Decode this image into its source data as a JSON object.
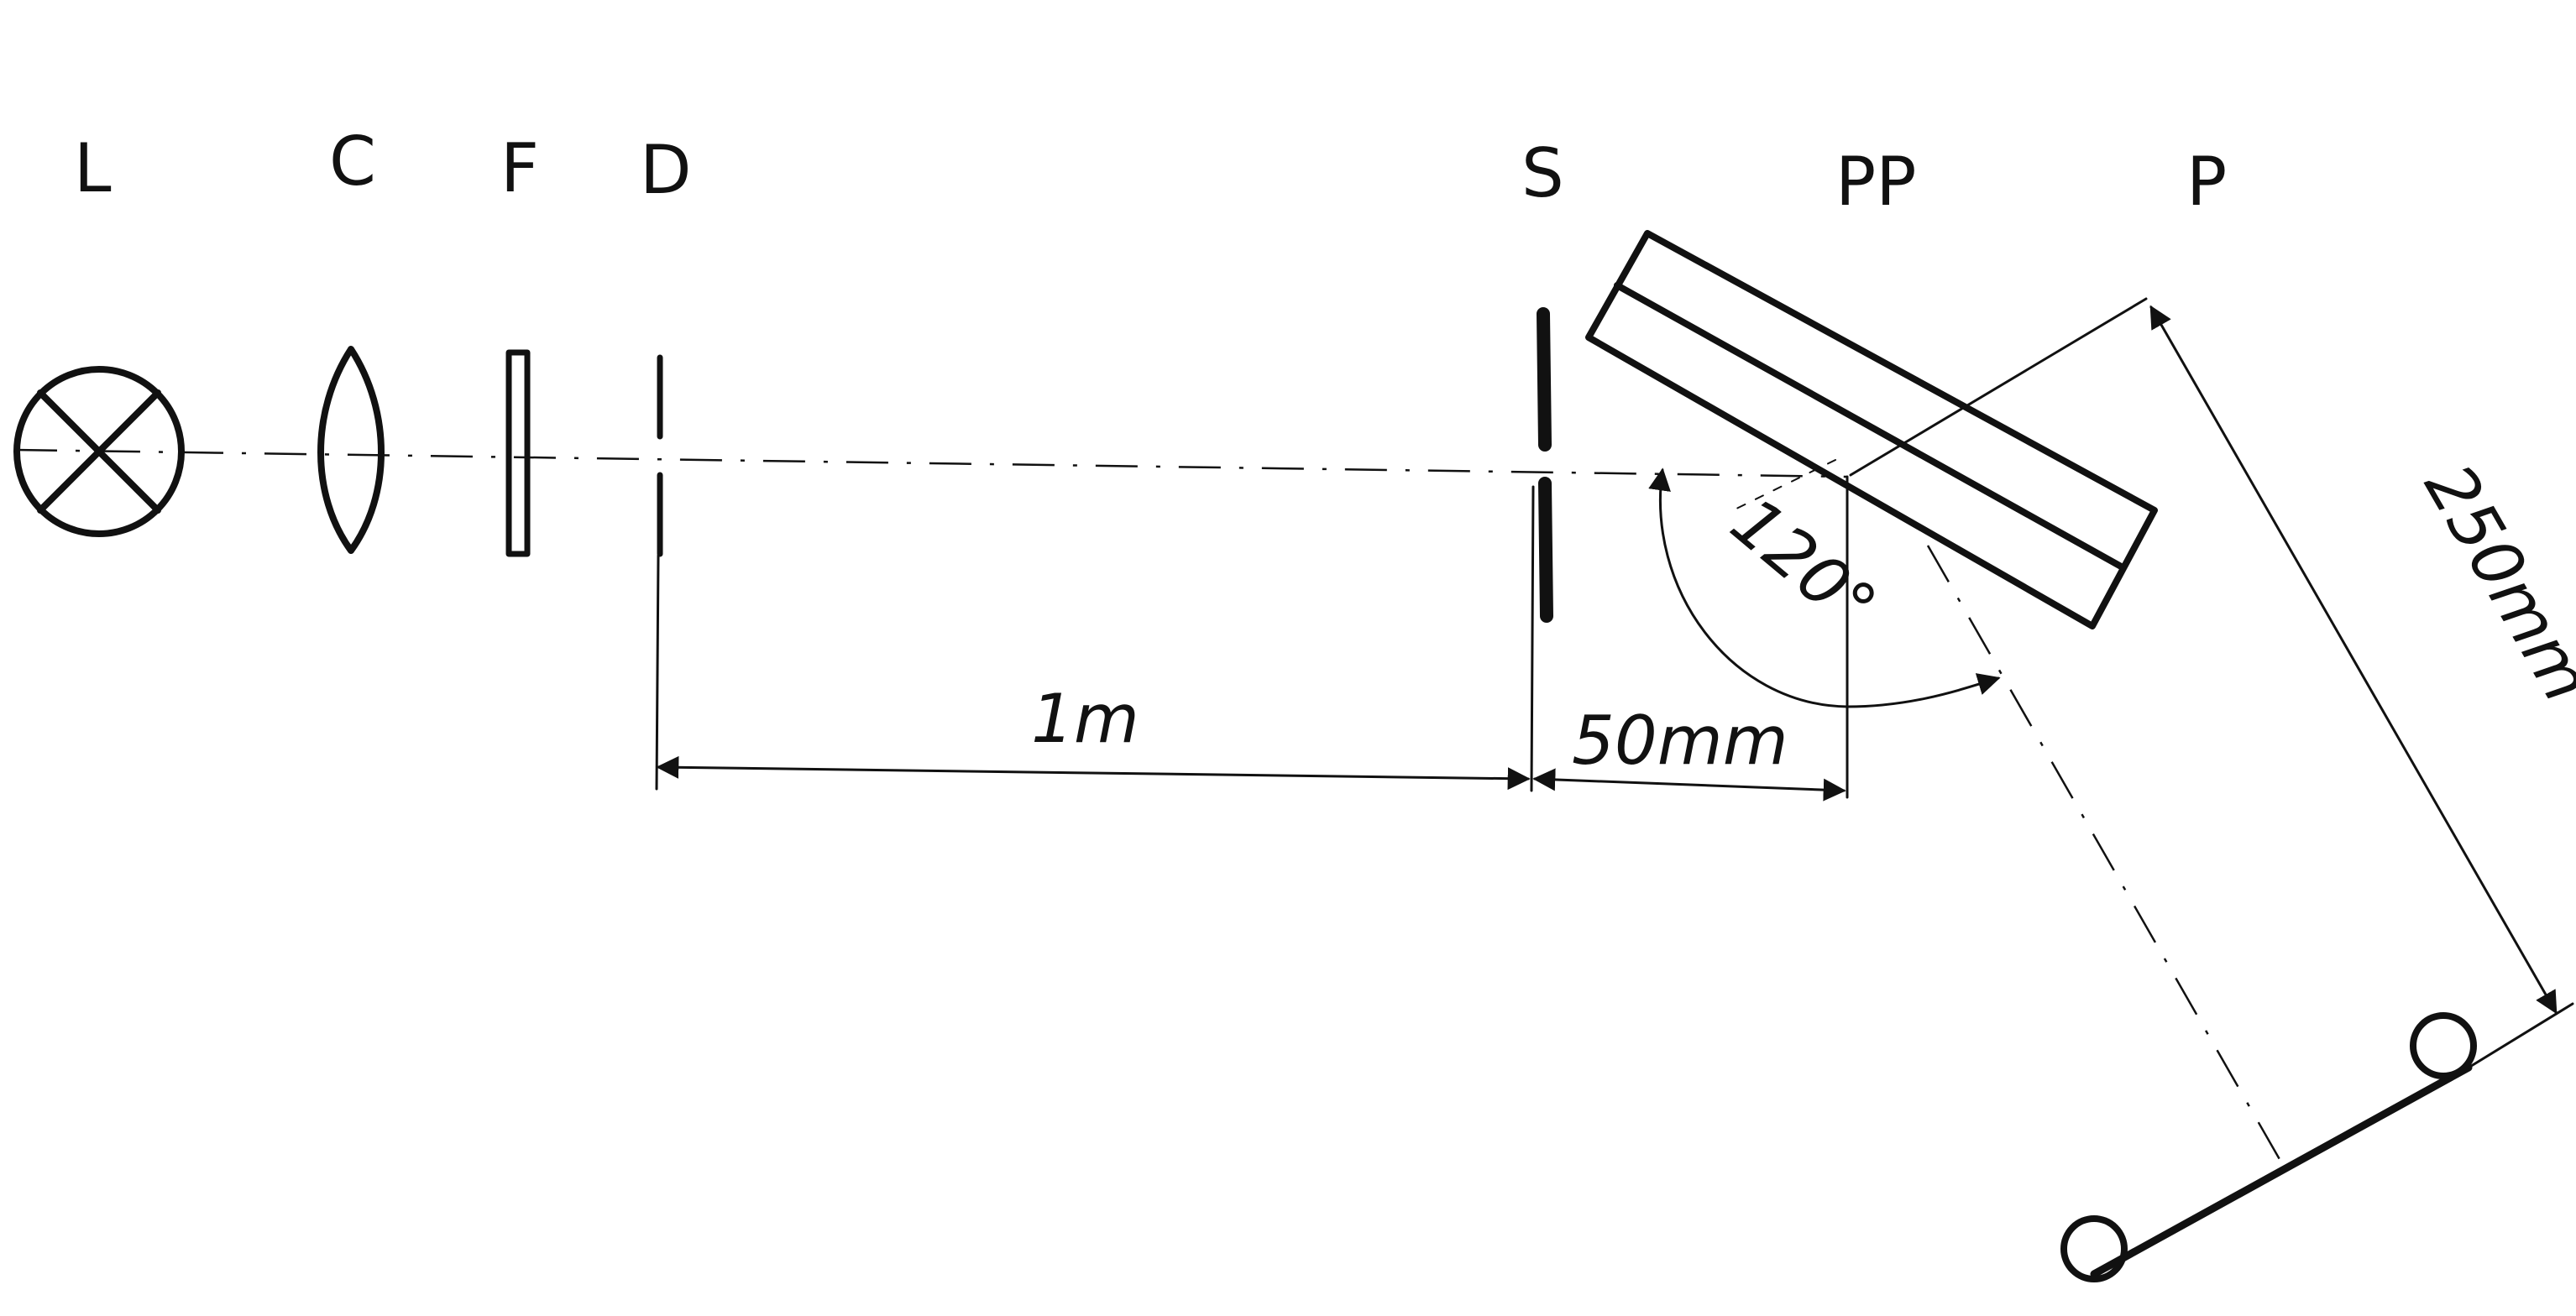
{
  "labels": {
    "lamp": "L",
    "condenser": "C",
    "filter": "F",
    "diaphragm": "D",
    "slit": "S",
    "plate": "PP",
    "photo": "P"
  },
  "dimensions": {
    "d_to_s": "1m",
    "s_to_pp": "50mm",
    "angle": "120°",
    "pp_to_p": "250mm"
  }
}
